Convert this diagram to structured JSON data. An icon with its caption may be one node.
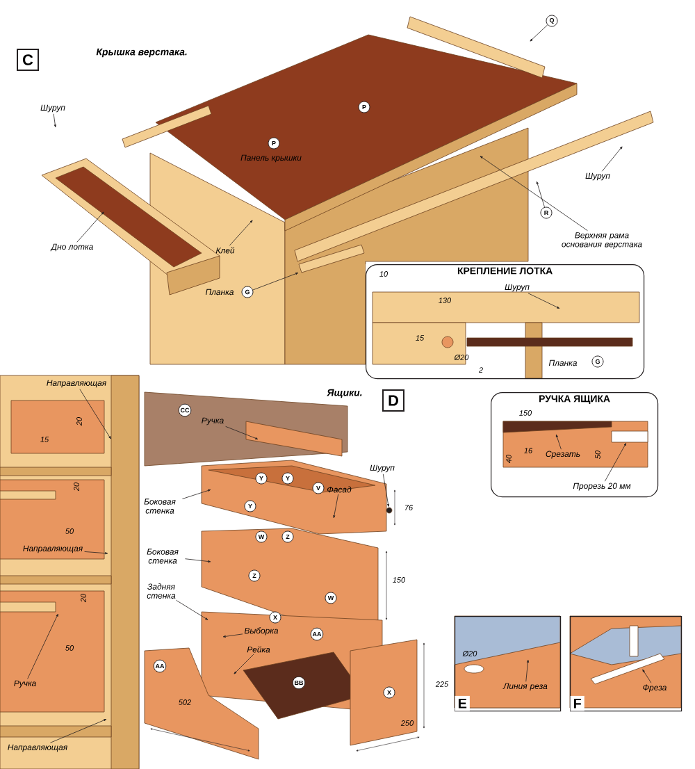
{
  "diagram": {
    "nodes": [
      {
        "text": [
          "C"
        ]
      },
      {
        "text": [
          "Шуруп"
        ]
      },
      {
        "text": [
          "Дно лотка"
        ]
      },
      {
        "text": [
          "P"
        ]
      },
      {
        "text": [
          "Панель крышки"
        ]
      },
      {
        "text": [
          "P"
        ]
      },
      {
        "text": [
          "Клей"
        ]
      },
      {
        "text": [
          "Планка"
        ]
      },
      {
        "text": [
          "G"
        ]
      },
      {
        "text": [
          "Q"
        ]
      },
      {
        "text": [
          "Шуруп"
        ]
      },
      {
        "text": [
          "R"
        ]
      },
      {
        "text": [
          "Верхняя рама основания верстака"
        ]
      },
      {
        "text": [
          "КРЕПЛЕНИЕ ЛОТКА"
        ]
      },
      {
        "text": [
          "Шуруп"
        ],
        "in": 13
      },
      {
        "text": [
          "Планка"
        ],
        "in": 13
      },
      {
        "text": [
          "G"
        ],
        "in": 13
      },
      {
        "text": [
          "Направляющая"
        ]
      },
      {
        "text": [
          "Направляющая"
        ]
      },
      {
        "text": [
          "Ручка"
        ]
      },
      {
        "text": [
          "Направляющая"
        ]
      },
      {
        "text": [
          "D"
        ]
      },
      {
        "text": [
          "CC"
        ]
      },
      {
        "text": [
          "Ручка"
        ]
      },
      {
        "text": [
          "Y"
        ]
      },
      {
        "text": [
          "Y"
        ]
      },
      {
        "text": [
          "V"
        ]
      },
      {
        "text": [
          "Фасад"
        ]
      },
      {
        "text": [
          "Шуруп"
        ]
      },
      {
        "text": [
          "Боковая стенка"
        ]
      },
      {
        "text": [
          "Y"
        ]
      },
      {
        "text": [
          "W"
        ]
      },
      {
        "text": [
          "Z"
        ]
      },
      {
        "text": [
          "Боковая стенка"
        ]
      },
      {
        "text": [
          "Z"
        ]
      },
      {
        "text": [
          "W"
        ]
      },
      {
        "text": [
          "Задняя стенка"
        ]
      },
      {
        "text": [
          "X"
        ]
      },
      {
        "text": [
          "AA"
        ]
      },
      {
        "text": [
          "Выборка"
        ]
      },
      {
        "text": [
          "Рейка"
        ]
      },
      {
        "text": [
          "AA"
        ]
      },
      {
        "text": [
          "BB"
        ]
      },
      {
        "text": [
          "X"
        ]
      },
      {
        "text": [
          "РУЧКА ЯЩИКА"
        ]
      },
      {
        "text": [
          "Срезать"
        ],
        "in": 44
      },
      {
        "text": [
          "Прорезь 20 мм"
        ],
        "in": 44
      },
      {
        "text": [
          "E"
        ]
      },
      {
        "text": [
          "Линия реза"
        ],
        "in": 47
      },
      {
        "text": [
          "F"
        ]
      },
      {
        "text": [
          "Фреза"
        ],
        "in": 49
      },
      {
        "text": [],
        "shape": "box",
        "in": 44
      },
      {
        "text": [],
        "shape": "circle"
      }
    ],
    "edges": [
      {
        "from": 1,
        "to": null,
        "arrow": "to"
      },
      {
        "from": 2,
        "to": null,
        "arrow": "to"
      },
      {
        "from": 6,
        "to": null,
        "arrow": "to"
      },
      {
        "from": 8,
        "to": null,
        "arrow": "to"
      },
      {
        "from": 9,
        "to": null,
        "arrow": "to"
      },
      {
        "from": 10,
        "to": null,
        "arrow": "to"
      },
      {
        "from": 11,
        "to": null,
        "arrow": "to"
      },
      {
        "from": 12,
        "to": null,
        "arrow": "to"
      },
      {
        "from": 14,
        "to": null,
        "arrow": "to"
      },
      {
        "from": 17,
        "to": null,
        "arrow": "to"
      },
      {
        "from": 18,
        "to": null,
        "arrow": "to"
      },
      {
        "from": 19,
        "to": null,
        "arrow": "to"
      },
      {
        "from": 20,
        "to": null,
        "arrow": "to"
      },
      {
        "from": 23,
        "to": null,
        "arrow": "to"
      },
      {
        "from": 27,
        "to": null,
        "arrow": "to"
      },
      {
        "from": 28,
        "to": 52,
        "arrow": "to"
      },
      {
        "from": 29,
        "to": null,
        "arrow": "to"
      },
      {
        "from": 33,
        "to": null,
        "arrow": "to"
      },
      {
        "from": 36,
        "to": null,
        "arrow": "to"
      },
      {
        "from": 39,
        "to": null,
        "arrow": "to"
      },
      {
        "from": 40,
        "to": null,
        "arrow": "to"
      },
      {
        "from": 45,
        "to": null,
        "arrow": "to"
      },
      {
        "from": 46,
        "to": 51,
        "arrow": "to"
      },
      {
        "from": 48,
        "to": null,
        "arrow": "to"
      },
      {
        "from": 50,
        "to": null,
        "arrow": "to"
      }
    ],
    "labels": [
      "Крышка верстака.",
      "10",
      "130",
      "15",
      "Ø20",
      "2",
      "20",
      "15",
      "Ящики.",
      "150",
      "16",
      "40",
      "50",
      "76",
      "20",
      "50",
      "150",
      "20",
      "50",
      "Ø20",
      "225",
      "502",
      "250"
    ]
  }
}
